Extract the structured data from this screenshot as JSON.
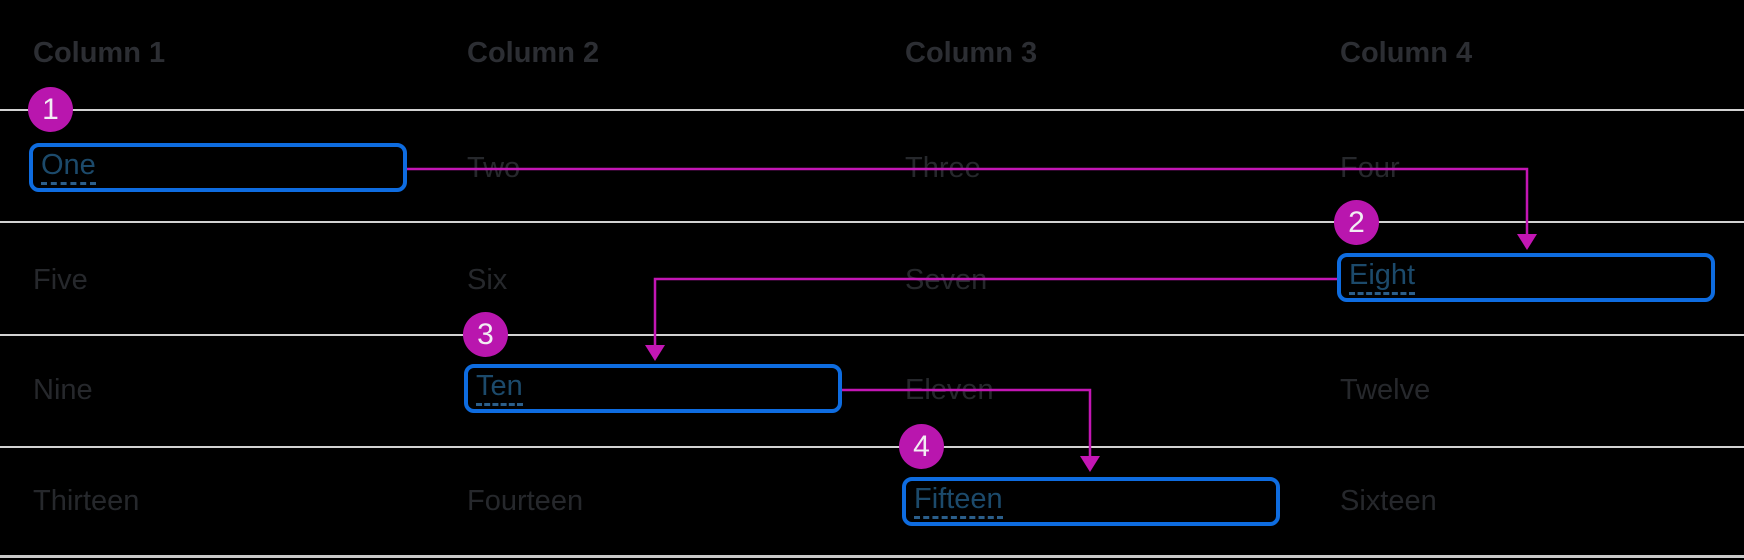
{
  "table": {
    "headers": [
      "Column 1",
      "Column 2",
      "Column 3",
      "Column 4"
    ],
    "rows": [
      [
        "One",
        "Two",
        "Three",
        "Four"
      ],
      [
        "Five",
        "Six",
        "Seven",
        "Eight"
      ],
      [
        "Nine",
        "Ten",
        "Eleven",
        "Twelve"
      ],
      [
        "Thirteen",
        "Fourteen",
        "Fifteen",
        "Sixteen"
      ]
    ]
  },
  "focus_order": [
    {
      "step": "1",
      "cell": "One"
    },
    {
      "step": "2",
      "cell": "Eight"
    },
    {
      "step": "3",
      "cell": "Ten"
    },
    {
      "step": "4",
      "cell": "Fifteen"
    }
  ],
  "colors": {
    "background": "#000000",
    "annotation_magenta": "#c316b4",
    "badge_magenta": "#b916ae",
    "focus_ring_blue": "#0e6ce0",
    "focused_link_text": "#1c4a6b",
    "focused_link_underline": "#2b5e8a",
    "dim_cell_text": "#26282c",
    "header_text": "#2c2e33",
    "row_line": "#d2d2d2",
    "badge_number_text": "#f2edf3"
  }
}
